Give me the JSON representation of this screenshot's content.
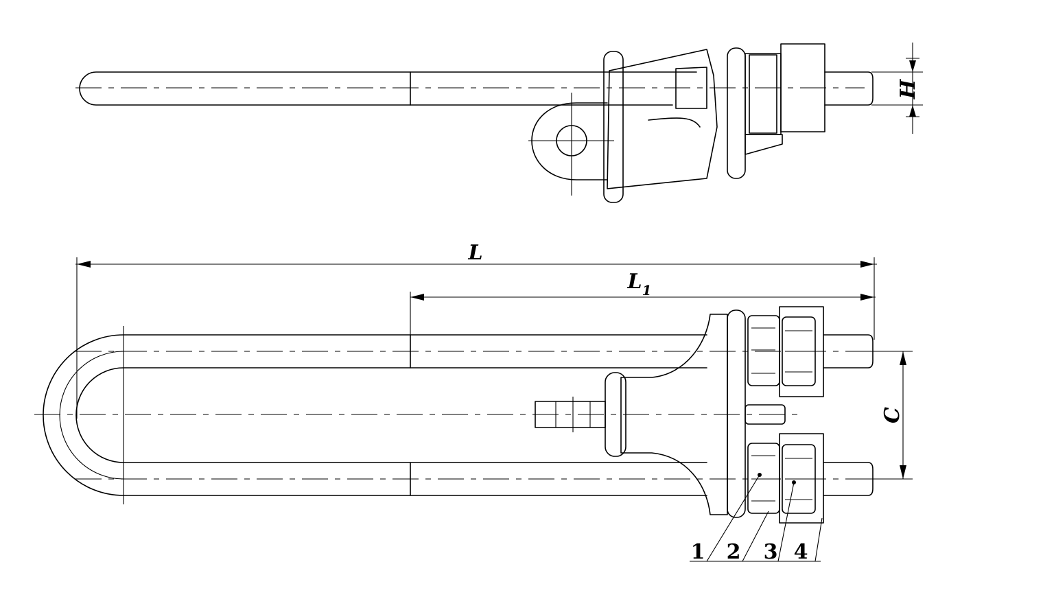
{
  "dimensions": {
    "overall_length": "L",
    "thread_length": "L",
    "thread_length_sub": "1",
    "bolt_spacing": "C",
    "height": "H"
  },
  "part_labels": [
    "1",
    "2",
    "3",
    "4"
  ]
}
